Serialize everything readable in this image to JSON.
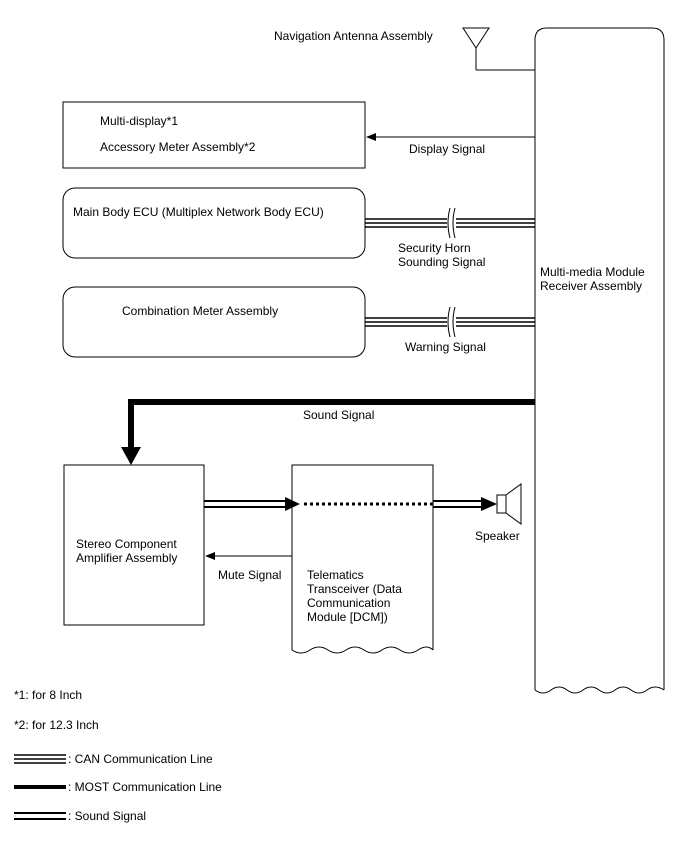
{
  "components": {
    "antenna": "Navigation Antenna Assembly",
    "multi_display": "Multi-display*1",
    "accessory_meter": "Accessory Meter Assembly*2",
    "main_body_ecu": "Main Body ECU (Multiplex Network Body ECU)",
    "combination_meter": "Combination Meter Assembly",
    "receiver": "Multi-media Module\nReceiver Assembly",
    "amplifier": "Stereo Component\nAmplifier Assembly",
    "telematics": "Telematics\nTransceiver (Data\nCommunication\nModule [DCM])",
    "speaker": "Speaker"
  },
  "signals": {
    "display": "Display Signal",
    "security_horn": "Security Horn\nSounding Signal",
    "warning": "Warning Signal",
    "sound": "Sound Signal",
    "mute": "Mute Signal"
  },
  "notes": {
    "note1": "*1: for 8 Inch",
    "note2": "*2: for 12.3 Inch"
  },
  "legend": {
    "can": ": CAN Communication Line",
    "most": ": MOST Communication Line",
    "sound": ": Sound Signal"
  }
}
